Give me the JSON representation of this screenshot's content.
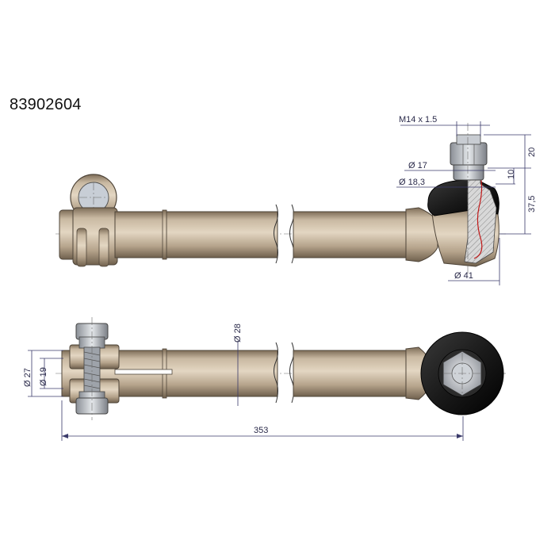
{
  "part_number": "83902604",
  "dimensions": {
    "thread": "M14 x 1.5",
    "d17": "Ø 17",
    "d183": "Ø 18,3",
    "d41": "Ø 41",
    "h20": "20",
    "h10": "10",
    "h375": "37,5",
    "d28": "Ø 28",
    "d27": "Ø 27",
    "d19": "Ø 19",
    "len353": "353"
  },
  "colors": {
    "metal": "#c4b39c",
    "metal_dark": "#8c7a63",
    "rubber": "#1c1c1c",
    "dim_text": "#2a2a4a"
  }
}
